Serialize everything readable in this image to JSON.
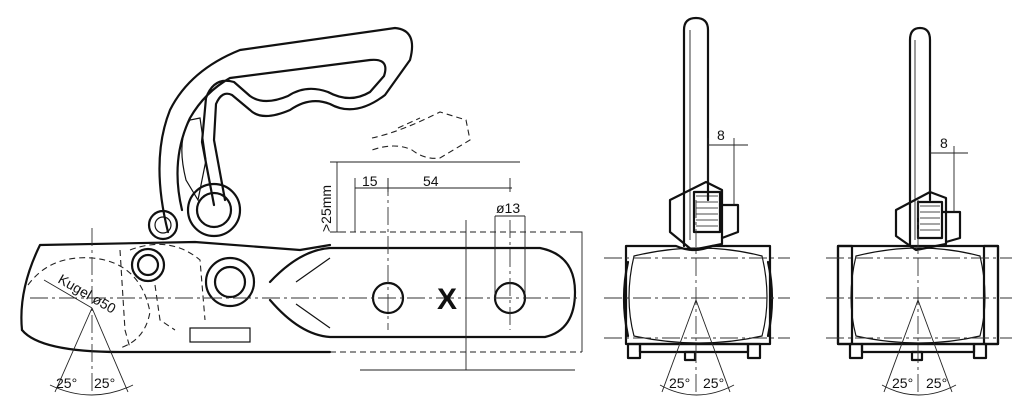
{
  "labels": {
    "min_height": ">25mm",
    "dim_15": "15",
    "dim_54": "54",
    "dim_hole": "ø13",
    "center_mark": "X",
    "ball": "Kugel ø50",
    "dim_8_a": "8",
    "dim_8_b": "8",
    "angle_l1": "25°",
    "angle_r1": "25°",
    "angle_l2": "25°",
    "angle_r2": "25°",
    "angle_l3": "25°",
    "angle_r3": "25°"
  }
}
